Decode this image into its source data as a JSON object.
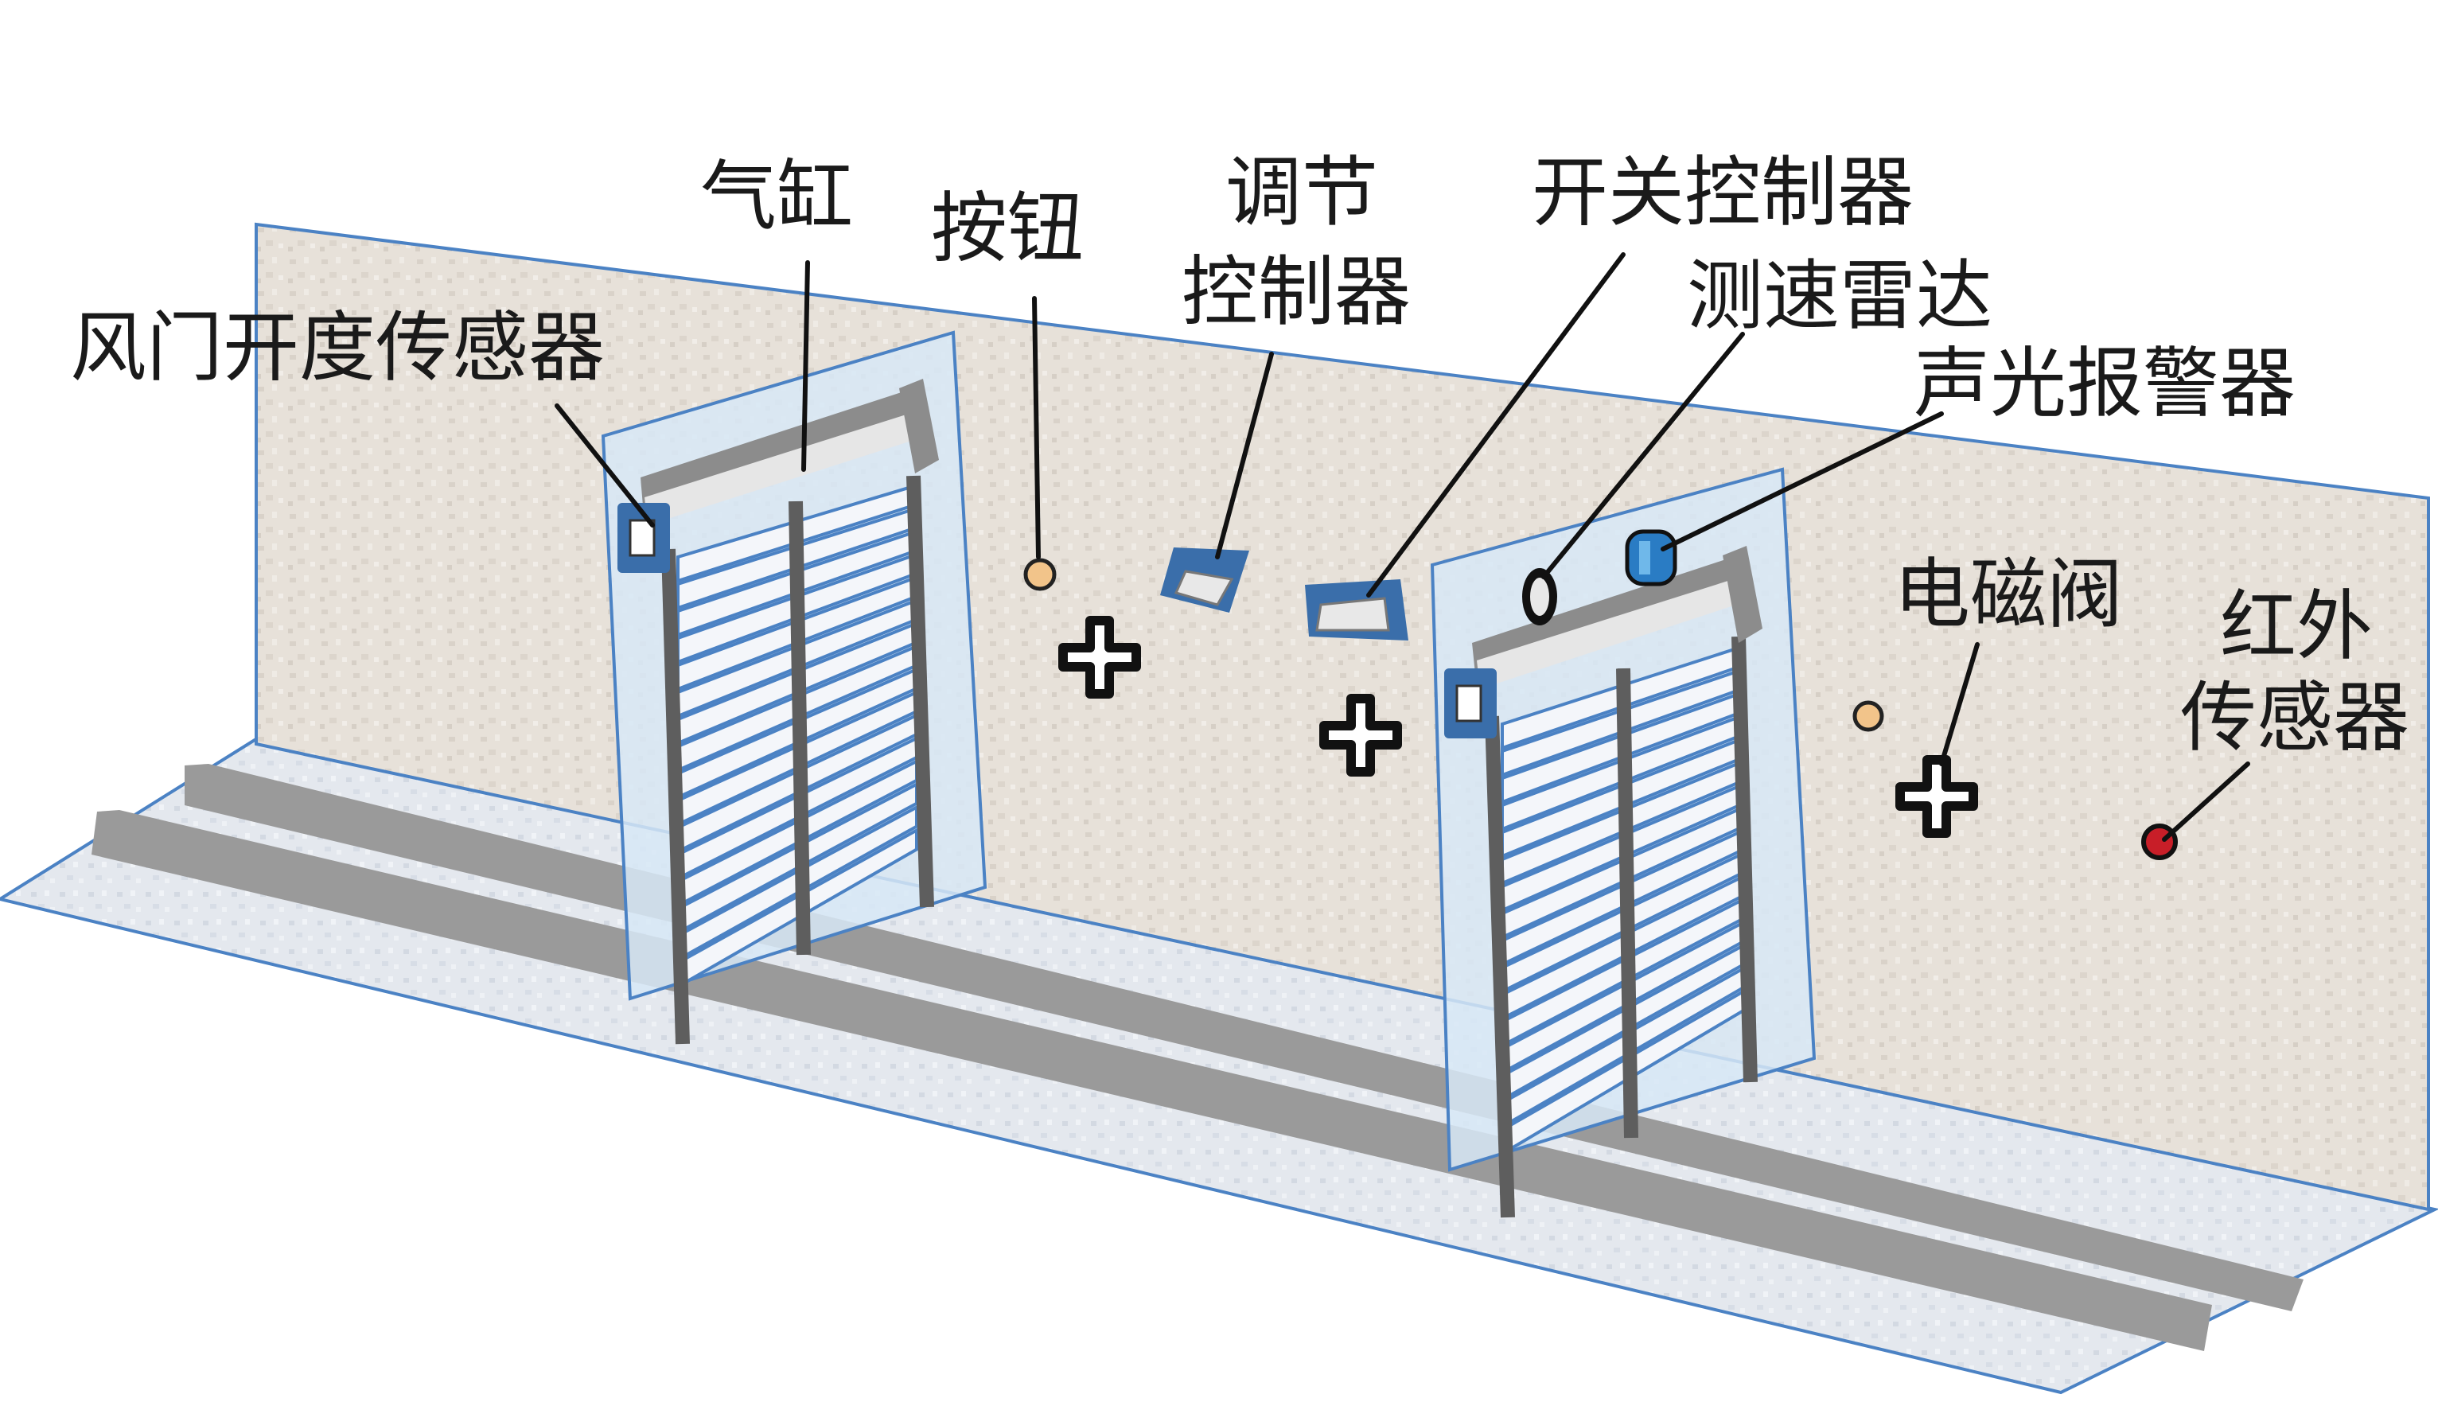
{
  "labels": {
    "damper_sensor": "风门开度传感器",
    "cylinder": "气缸",
    "button": "按钮",
    "regulator_line1": "调节",
    "regulator_line2": "控制器",
    "switch_controller": "开关控制器",
    "speed_radar": "测速雷达",
    "alarm": "声光报警器",
    "solenoid_valve": "电磁阀",
    "infrared_line1": "红外",
    "infrared_line2": "传感器"
  },
  "colors": {
    "wall": "#e6e0d8",
    "floor": "#e6eaf0",
    "edge_blue": "#4b82c4",
    "rail": "#9a9a9a",
    "frame": "#5e5e5e",
    "slat": "#f4f6fa",
    "sensor_box": "#3a6eaa",
    "alarm": "#2a7cc4",
    "button_dot": "#f2c48a",
    "ir_dot": "#c81e28",
    "valve": "#111111"
  }
}
